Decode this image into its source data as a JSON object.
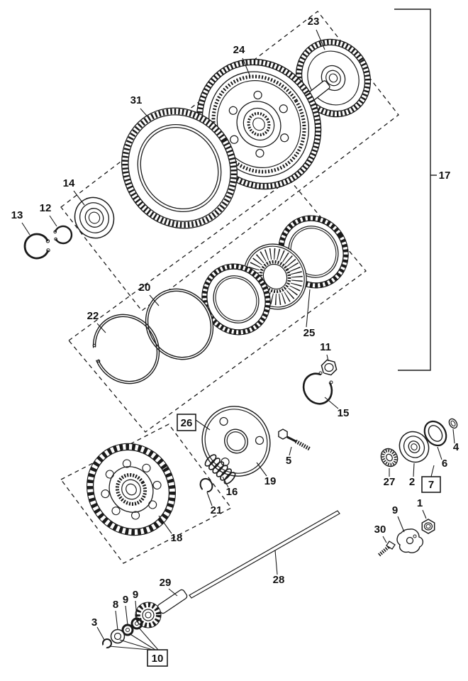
{
  "diagram": {
    "line_color": "#1a1a1a",
    "background_color": "#ffffff"
  },
  "callouts": {
    "c1": {
      "label": "1"
    },
    "c2": {
      "label": "2"
    },
    "c3": {
      "label": "3"
    },
    "c4": {
      "label": "4"
    },
    "c5": {
      "label": "5"
    },
    "c6": {
      "label": "6"
    },
    "c7": {
      "label": "7",
      "boxed": true
    },
    "c8": {
      "label": "8"
    },
    "c9a": {
      "label": "9"
    },
    "c9b": {
      "label": "9"
    },
    "c9c": {
      "label": "9"
    },
    "c10": {
      "label": "10",
      "boxed": true
    },
    "c11": {
      "label": "11"
    },
    "c12": {
      "label": "12"
    },
    "c13": {
      "label": "13"
    },
    "c14": {
      "label": "14"
    },
    "c15": {
      "label": "15"
    },
    "c16": {
      "label": "16"
    },
    "c17": {
      "label": "17"
    },
    "c18": {
      "label": "18"
    },
    "c19": {
      "label": "19"
    },
    "c20": {
      "label": "20"
    },
    "c21": {
      "label": "21"
    },
    "c22": {
      "label": "22"
    },
    "c23": {
      "label": "23"
    },
    "c24": {
      "label": "24"
    },
    "c25": {
      "label": "25"
    },
    "c26": {
      "label": "26",
      "boxed": true
    },
    "c27": {
      "label": "27"
    },
    "c28": {
      "label": "28"
    },
    "c29": {
      "label": "29"
    },
    "c30": {
      "label": "30"
    },
    "c31": {
      "label": "31"
    }
  }
}
